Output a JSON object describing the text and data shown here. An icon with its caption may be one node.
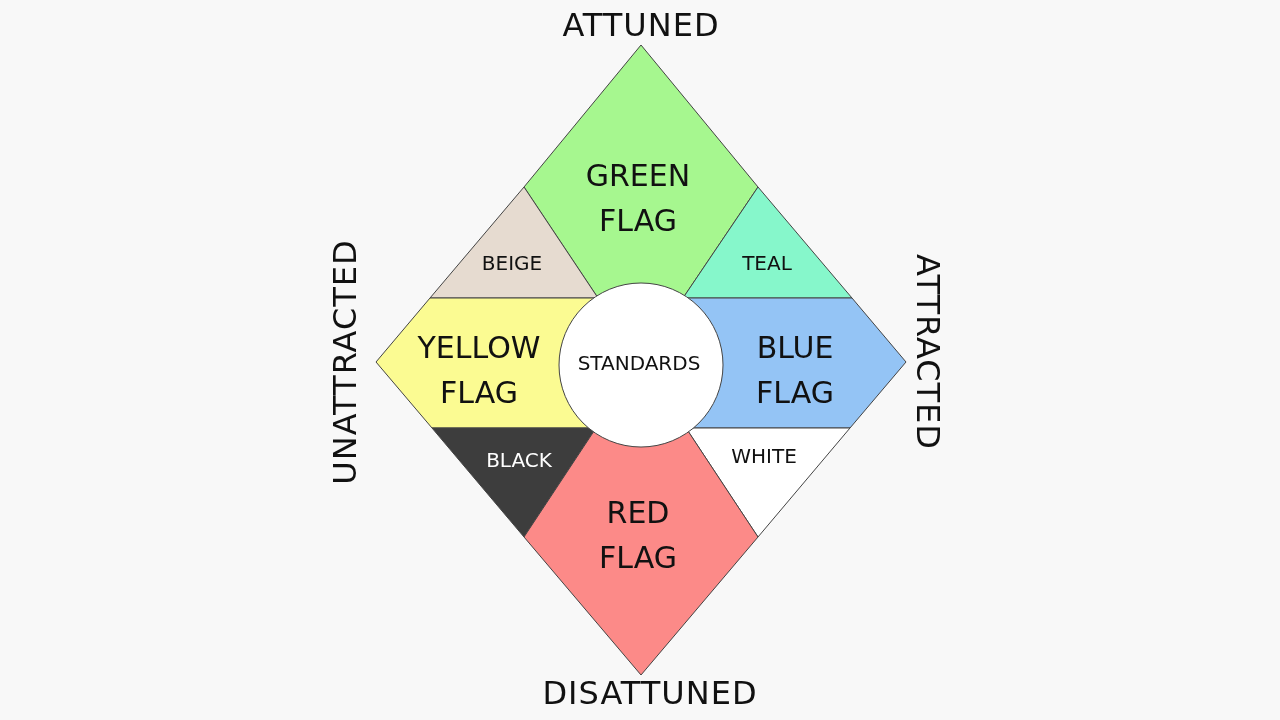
{
  "diagram": {
    "nodes": [
      {
        "text": [
          "GREEN FLAG"
        ]
      },
      {
        "text": [
          "BEIGE"
        ]
      },
      {
        "text": [
          "TEAL"
        ]
      },
      {
        "text": [
          "YELLOW FLAG"
        ]
      },
      {
        "text": [
          "STANDARDS"
        ]
      },
      {
        "text": [
          "BLUE FLAG"
        ]
      },
      {
        "text": [
          "BLACK"
        ]
      },
      {
        "text": [
          "WHITE"
        ]
      },
      {
        "text": [
          "RED FLAG"
        ]
      }
    ],
    "labels": [
      "ATTUNED",
      "UNATTRACTED",
      "ATTRACTED",
      "DISATTUNED"
    ]
  }
}
